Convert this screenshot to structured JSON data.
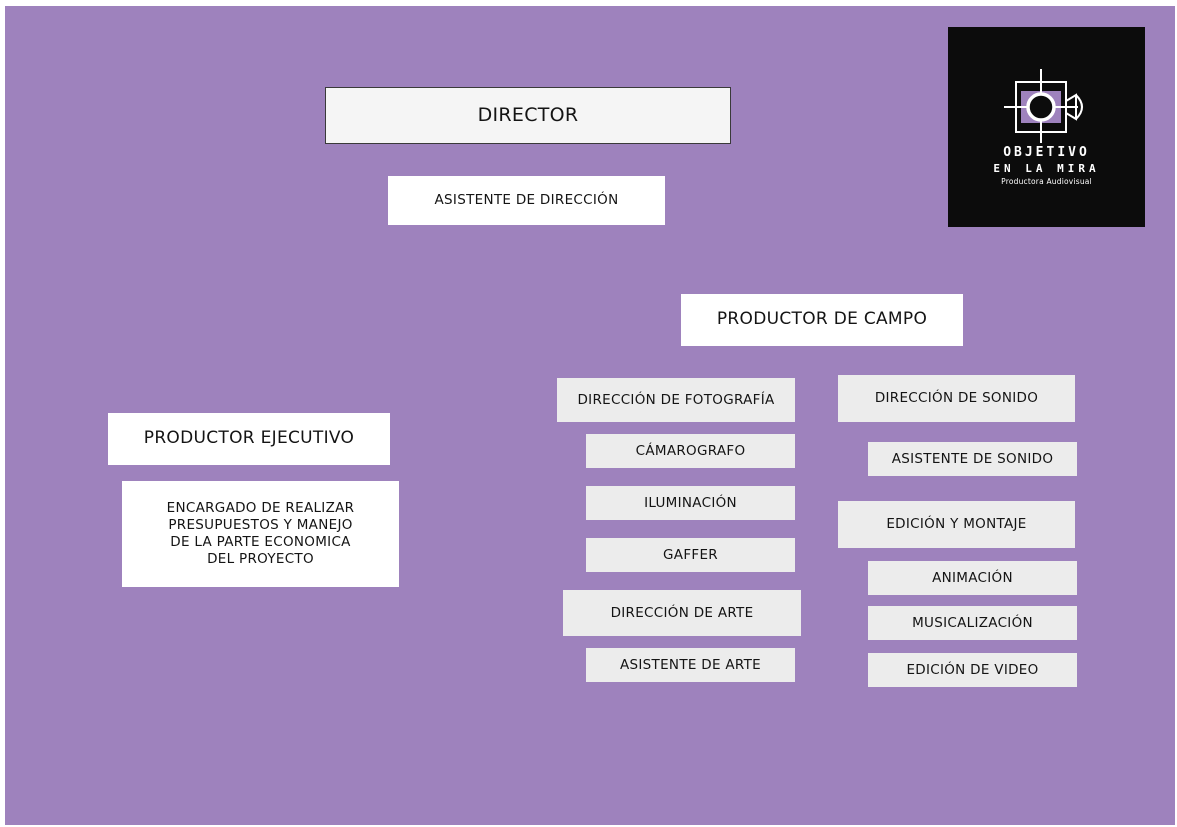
{
  "director": "DIRECTOR",
  "asistente_direccion": "ASISTENTE DE DIRECCIÓN",
  "productor_campo": "PRODUCTOR DE CAMPO",
  "productor_ejecutivo": "PRODUCTOR EJECUTIVO",
  "productor_ejecutivo_desc": "ENCARGADO DE REALIZAR\nPRESUPUESTOS Y MANEJO\nDE LA PARTE ECONOMICA\nDEL PROYECTO",
  "left_column": [
    "DIRECCIÓN DE FOTOGRAFÍA",
    "CÁMAROGRAFO",
    "ILUMINACIÓN",
    "GAFFER",
    "DIRECCIÓN DE ARTE",
    "ASISTENTE DE ARTE"
  ],
  "right_column": [
    "DIRECCIÓN DE SONIDO",
    "ASISTENTE DE SONIDO",
    "EDICIÓN Y MONTAJE",
    "ANIMACIÓN",
    "MUSICALIZACIÓN",
    "EDICIÓN DE VIDEO"
  ],
  "logo": {
    "line1": "OBJETIVO",
    "line2": "EN LA MIRA",
    "line3": "Productora Audiovisual",
    "icon": "camera-target-icon",
    "accent": "#9e82bd"
  },
  "colors": {
    "background": "#9e82bd",
    "box_white": "#ffffff",
    "box_grey": "#ececec"
  }
}
